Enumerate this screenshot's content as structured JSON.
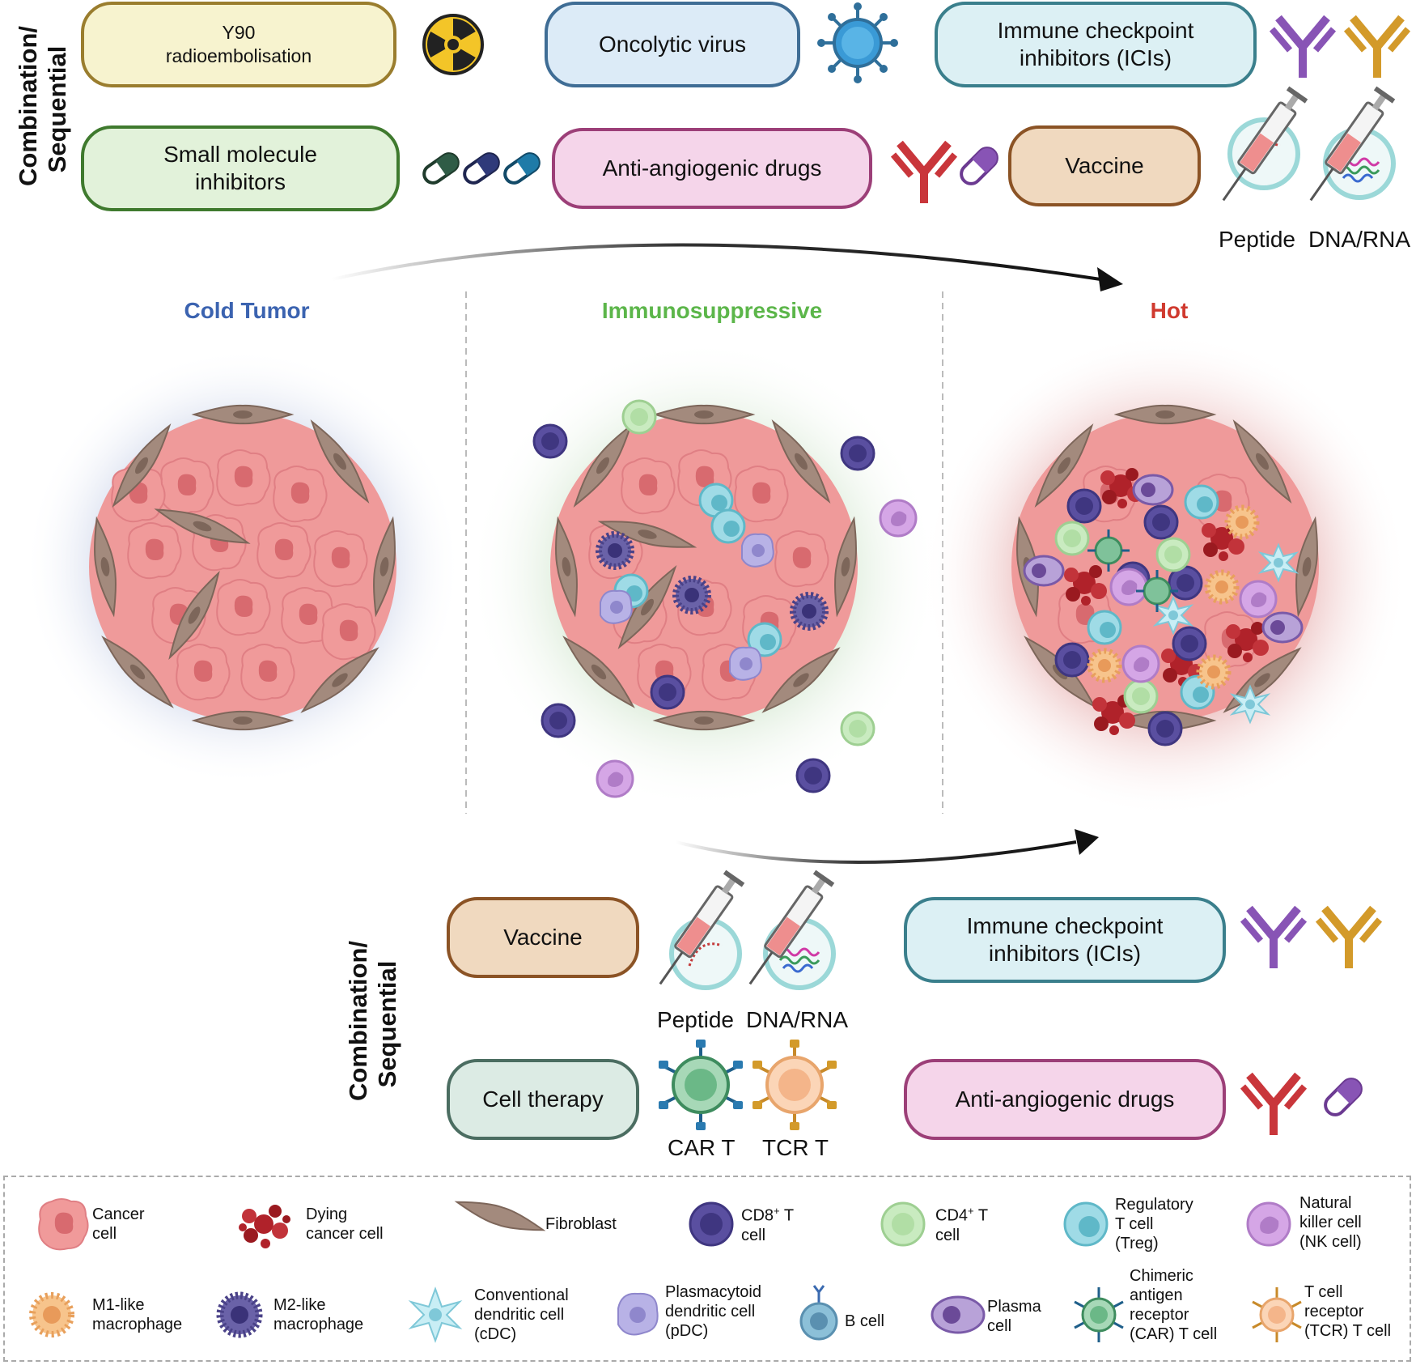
{
  "top_label": "Combination/\nSequential",
  "bottom_label": "Combination/\nSequential",
  "top_therapies": {
    "y90": "Y90\nradioembolisation",
    "oncolytic": "Oncolytic virus",
    "ici": "Immune checkpoint\ninhibitors (ICIs)",
    "small_molecule": "Small molecule\ninhibitors",
    "anti_angiogenic": "Anti-angiogenic drugs",
    "vaccine": "Vaccine"
  },
  "top_vaccine_captions": {
    "peptide": "Peptide",
    "dna_rna": "DNA/RNA"
  },
  "stages": {
    "cold": "Cold Tumor",
    "immunosuppressive": "Immunosuppressive",
    "hot": "Hot"
  },
  "stage_colors": {
    "cold": "#3b63b0",
    "immunosuppressive": "#5cb64a",
    "hot": "#d03a2f"
  },
  "bottom_therapies": {
    "vaccine": "Vaccine",
    "ici": "Immune checkpoint\ninhibitors (ICIs)",
    "cell_therapy": "Cell therapy",
    "anti_angiogenic": "Anti-angiogenic drugs"
  },
  "bottom_captions": {
    "peptide": "Peptide",
    "dna_rna": "DNA/RNA",
    "car_t": "CAR T",
    "tcr_t": "TCR T"
  },
  "legend": {
    "cancer_cell": "Cancer\ncell",
    "dying_cancer_cell": "Dying\ncancer cell",
    "fibroblast": "Fibroblast",
    "cd8": "CD8",
    "cd8_sup": "+",
    "cd8_rest": "T\ncell",
    "cd4": "CD4",
    "cd4_sup": "+",
    "cd4_rest": "T\ncell",
    "treg": "Regulatory\nT cell\n(Treg)",
    "nk": "Natural\nkiller cell\n(NK cell)",
    "m1": "M1-like\nmacrophage",
    "m2": "M2-like\nmacrophage",
    "cdc": "Conventional\ndendritic cell\n(cDC)",
    "pdc": "Plasmacytoid\ndendritic cell\n(pDC)",
    "b_cell": "B cell",
    "plasma": "Plasma\ncell",
    "car": "Chimeric\nantigen\nreceptor\n(CAR) T cell",
    "tcr": "T cell\nreceptor\n(TCR) T cell"
  },
  "colors": {
    "y90_fill": "#f7f3cf",
    "y90_border": "#9a7d2e",
    "onc_fill": "#dcebf7",
    "onc_border": "#3f6d95",
    "ici_fill": "#dcf0f4",
    "ici_border": "#3a7f8c",
    "smi_fill": "#e2f2da",
    "smi_border": "#3f7a2e",
    "aa_fill": "#f5d5ea",
    "aa_border": "#9c3f78",
    "vac_fill": "#f0d9bf",
    "vac_border": "#8b5325",
    "cell_fill": "#dcebe4",
    "cell_border": "#4b6d61",
    "cancer": "#f09a9a",
    "cancer_dark": "#d86a6f",
    "fibroblast": "#a38a7d",
    "cd8": "#5a4fa0",
    "cd4": "#c9ebc0",
    "treg": "#9fdbe6",
    "nk": "#d5a6e6",
    "m1": "#f7c48c",
    "m2": "#6a62a8",
    "cdc": "#c9eef5",
    "pdc": "#b8b2e6",
    "dying": "#b0222a",
    "antibody_purple": "#8854b5",
    "antibody_gold": "#d39a2a",
    "antibody_red": "#c9363b"
  }
}
